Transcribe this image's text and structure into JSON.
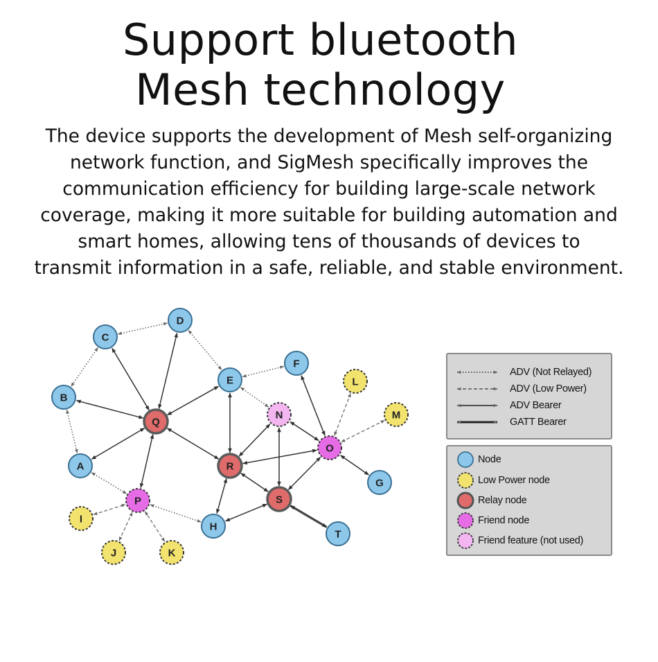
{
  "title_lines": [
    "Support bluetooth",
    "Mesh technology"
  ],
  "description_lines": [
    "The device supports the development of Mesh self-organizing",
    "network function, and SigMesh specifically improves the",
    "communication efficiency for building large-scale network",
    "coverage, making it more suitable for building automation and",
    "smart homes, allowing tens of thousands of devices to",
    "transmit information in a safe, reliable, and stable environment."
  ],
  "colors": {
    "node": "#8dc8ea",
    "low_power": "#f2e36e",
    "relay": "#e06b6b",
    "friend": "#e56ce5",
    "friend_unused": "#f3b6f0",
    "legend_bg": "#d6d6d6"
  },
  "line_legend": [
    {
      "type": "adv-not-relayed",
      "label": "ADV (Not Relayed)"
    },
    {
      "type": "adv-low-power",
      "label": "ADV (Low Power)"
    },
    {
      "type": "adv-bearer",
      "label": "ADV Bearer"
    },
    {
      "type": "gatt-bearer",
      "label": "GATT Bearer"
    }
  ],
  "node_legend": [
    {
      "type": "node",
      "label": "Node"
    },
    {
      "type": "low_power",
      "label": "Low Power node"
    },
    {
      "type": "relay",
      "label": "Relay node"
    },
    {
      "type": "friend",
      "label": "Friend node"
    },
    {
      "type": "friend_unused",
      "label": "Friend feature (not used)"
    }
  ],
  "nodes": [
    {
      "id": "A",
      "type": "node"
    },
    {
      "id": "B",
      "type": "node"
    },
    {
      "id": "C",
      "type": "node"
    },
    {
      "id": "D",
      "type": "node"
    },
    {
      "id": "E",
      "type": "node"
    },
    {
      "id": "F",
      "type": "node"
    },
    {
      "id": "G",
      "type": "node"
    },
    {
      "id": "H",
      "type": "node"
    },
    {
      "id": "T",
      "type": "node"
    },
    {
      "id": "I",
      "type": "low_power"
    },
    {
      "id": "J",
      "type": "low_power"
    },
    {
      "id": "K",
      "type": "low_power"
    },
    {
      "id": "L",
      "type": "low_power"
    },
    {
      "id": "M",
      "type": "low_power"
    },
    {
      "id": "Q",
      "type": "relay"
    },
    {
      "id": "R",
      "type": "relay"
    },
    {
      "id": "S",
      "type": "relay"
    },
    {
      "id": "P",
      "type": "friend"
    },
    {
      "id": "O",
      "type": "friend"
    },
    {
      "id": "N",
      "type": "friend_unused"
    }
  ],
  "edges": [
    {
      "from": "C",
      "to": "D",
      "style": "adv-not-relayed"
    },
    {
      "from": "C",
      "to": "B",
      "style": "adv-not-relayed"
    },
    {
      "from": "D",
      "to": "E",
      "style": "adv-not-relayed"
    },
    {
      "from": "B",
      "to": "A",
      "style": "adv-not-relayed"
    },
    {
      "from": "E",
      "to": "F",
      "style": "adv-not-relayed"
    },
    {
      "from": "E",
      "to": "N",
      "style": "adv-not-relayed"
    },
    {
      "from": "A",
      "to": "P",
      "style": "adv-not-relayed"
    },
    {
      "from": "P",
      "to": "H",
      "style": "adv-not-relayed"
    },
    {
      "from": "I",
      "to": "P",
      "style": "adv-low-power"
    },
    {
      "from": "J",
      "to": "P",
      "style": "adv-low-power"
    },
    {
      "from": "K",
      "to": "P",
      "style": "adv-low-power"
    },
    {
      "from": "L",
      "to": "O",
      "style": "adv-low-power"
    },
    {
      "from": "M",
      "to": "O",
      "style": "adv-low-power"
    },
    {
      "from": "C",
      "to": "Q",
      "style": "adv-bearer"
    },
    {
      "from": "D",
      "to": "Q",
      "style": "adv-bearer"
    },
    {
      "from": "B",
      "to": "Q",
      "style": "adv-bearer"
    },
    {
      "from": "Q",
      "to": "A",
      "style": "adv-bearer"
    },
    {
      "from": "Q",
      "to": "E",
      "style": "adv-bearer"
    },
    {
      "from": "Q",
      "to": "P",
      "style": "adv-bearer"
    },
    {
      "from": "Q",
      "to": "R",
      "style": "adv-bearer"
    },
    {
      "from": "E",
      "to": "R",
      "style": "adv-bearer"
    },
    {
      "from": "F",
      "to": "O",
      "style": "adv-bearer"
    },
    {
      "from": "N",
      "to": "O",
      "style": "adv-bearer"
    },
    {
      "from": "R",
      "to": "N",
      "style": "adv-bearer"
    },
    {
      "from": "N",
      "to": "S",
      "style": "adv-bearer"
    },
    {
      "from": "O",
      "to": "R",
      "style": "adv-bearer"
    },
    {
      "from": "O",
      "to": "S",
      "style": "adv-bearer"
    },
    {
      "from": "O",
      "to": "G",
      "style": "adv-bearer"
    },
    {
      "from": "R",
      "to": "S",
      "style": "adv-bearer"
    },
    {
      "from": "R",
      "to": "H",
      "style": "adv-bearer"
    },
    {
      "from": "S",
      "to": "H",
      "style": "adv-bearer"
    },
    {
      "from": "S",
      "to": "T",
      "style": "gatt-bearer"
    }
  ]
}
